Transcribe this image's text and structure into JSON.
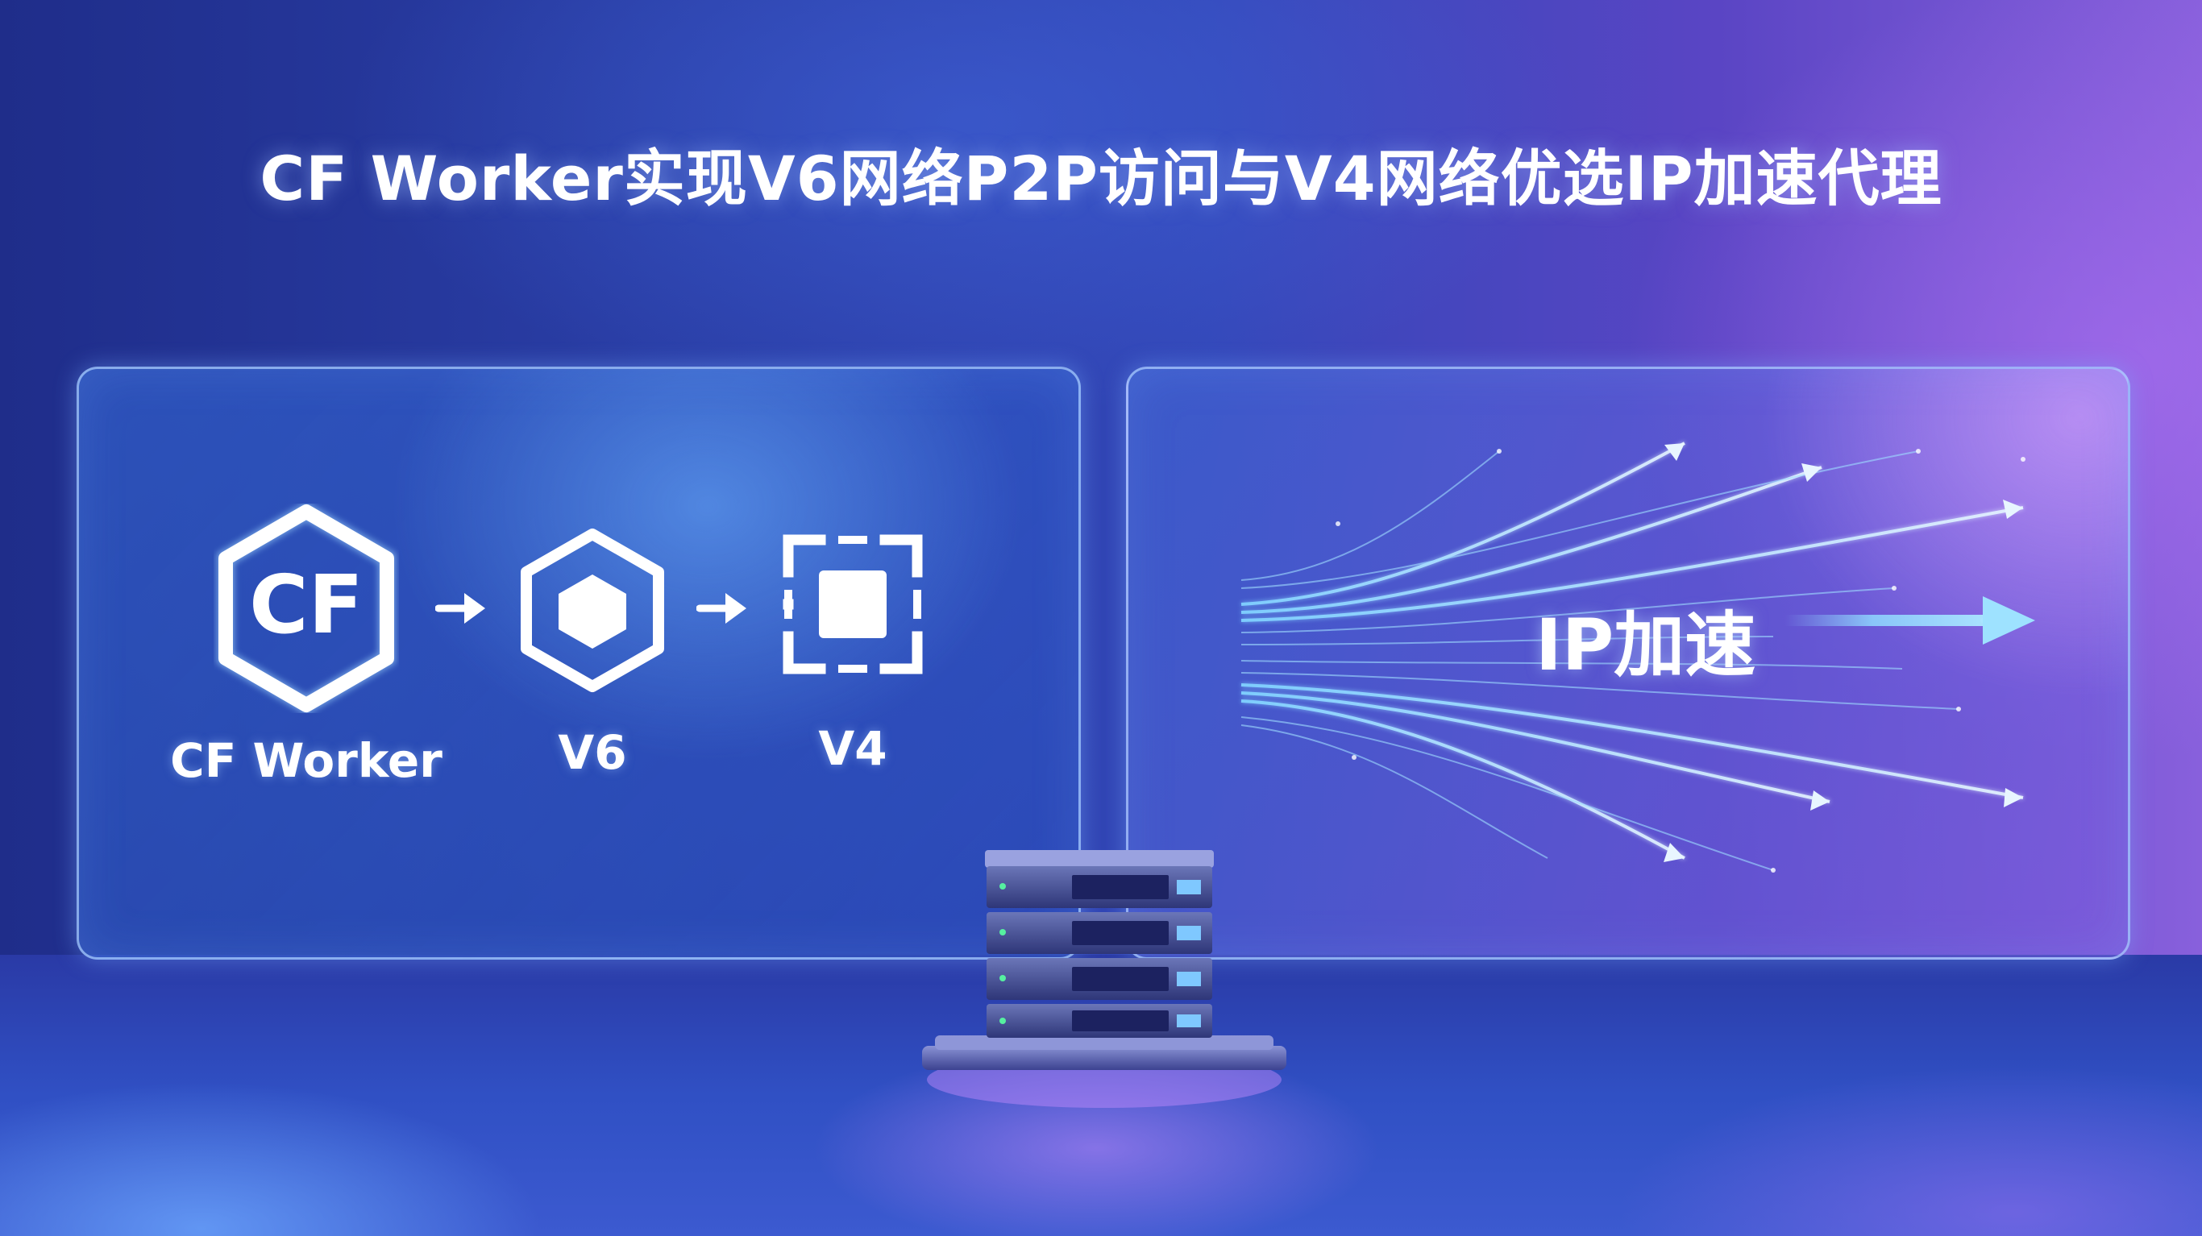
{
  "title": "CF Worker实现V6网络P2P访问与V4网络优选IP加速代理",
  "flow": {
    "nodes": [
      {
        "label": "CF Worker",
        "icon": "cf-hexagon-icon",
        "icon_text": "CF"
      },
      {
        "label": "V6",
        "icon": "hexagon-icon"
      },
      {
        "label": "V4",
        "icon": "square-frame-icon"
      }
    ],
    "connector_icon": "arrow-right-icon"
  },
  "speed_panel": {
    "label": "IP加速",
    "icon": "speed-lines-icon"
  },
  "colors": {
    "accent": "#8fd8ff",
    "text": "#ffffff",
    "panel_border": "#aacdff"
  }
}
